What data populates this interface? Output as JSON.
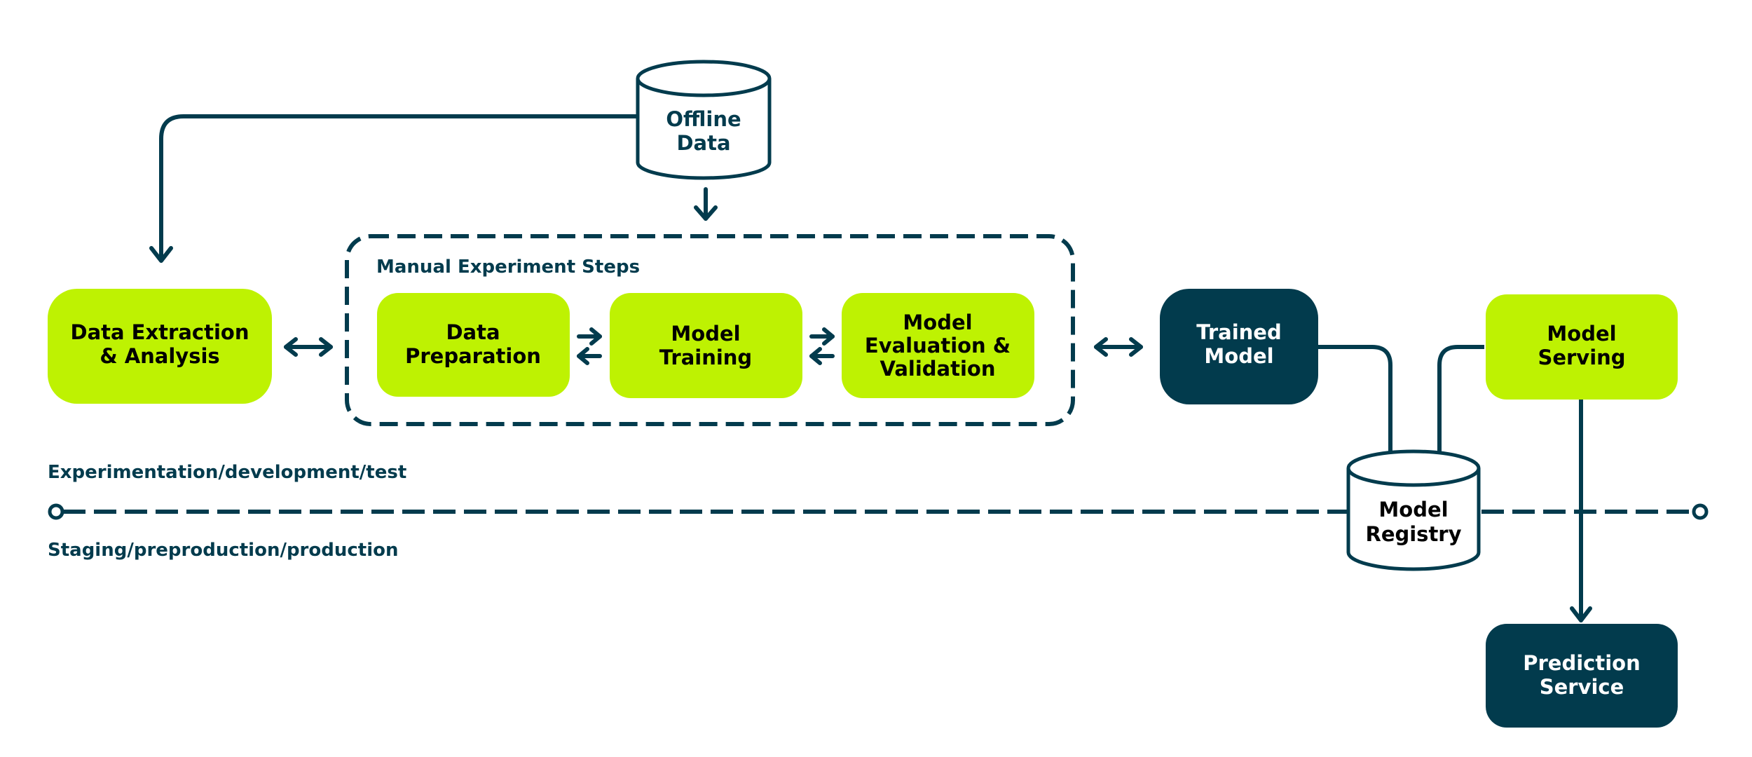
{
  "colors": {
    "dark": "#023b4d",
    "lime": "#bef202",
    "white": "#ffffff"
  },
  "offline_data": {
    "line1": "Offline",
    "line2": "Data"
  },
  "group": {
    "title": "Manual Experiment Steps"
  },
  "nodes": {
    "data_extraction": {
      "line1": "Data Extraction",
      "line2": "& Analysis"
    },
    "data_preparation": {
      "line1": "Data",
      "line2": "Preparation"
    },
    "model_training": {
      "line1": "Model",
      "line2": "Training"
    },
    "model_evaluation": {
      "line1": "Model",
      "line2": "Evaluation &",
      "line3": "Validation"
    },
    "trained_model": {
      "line1": "Trained",
      "line2": "Model"
    },
    "model_serving": {
      "line1": "Model",
      "line2": "Serving"
    },
    "prediction_service": {
      "line1": "Prediction",
      "line2": "Service"
    }
  },
  "model_registry": {
    "line1": "Model",
    "line2": "Registry"
  },
  "labels": {
    "experimentation": "Experimentation/development/test",
    "staging": "Staging/preproduction/production"
  }
}
